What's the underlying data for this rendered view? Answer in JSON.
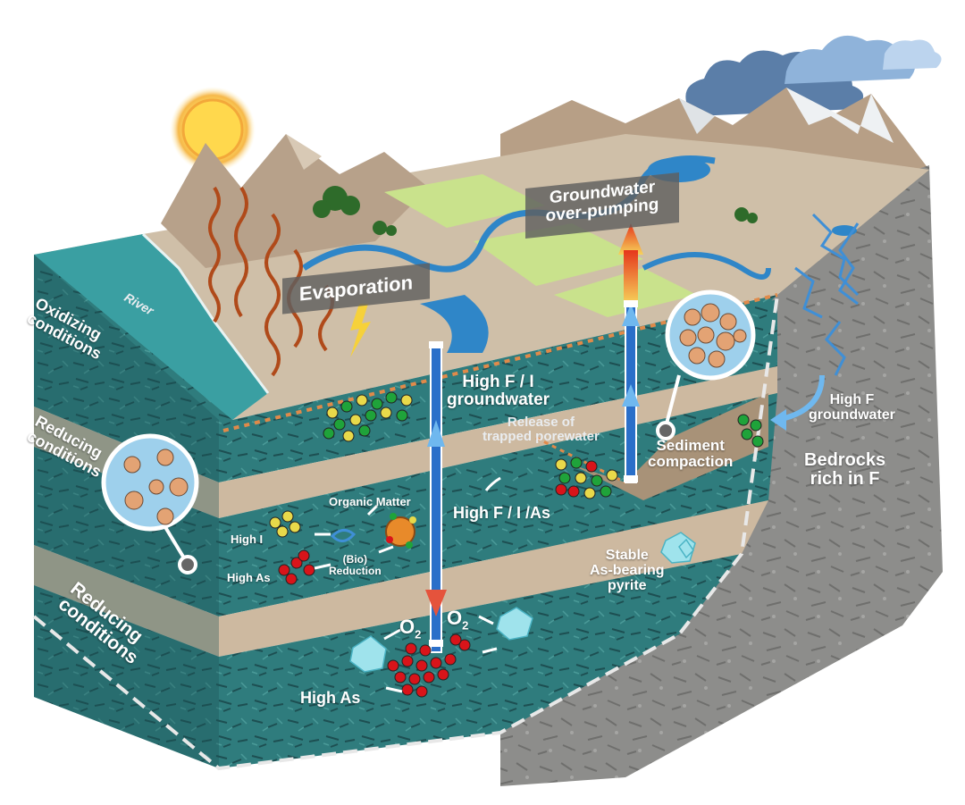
{
  "labels": {
    "evaporation": "Evaporation",
    "over_pumping_1": "Groundwater",
    "over_pumping_2": "over-pumping",
    "river": "River",
    "high_fi_gw_1": "High F / I",
    "high_fi_gw_2": "groundwater",
    "release_1": "Release of",
    "release_2": "trapped porewater",
    "sediment_1": "Sediment",
    "sediment_2": "compaction",
    "high_f_gw_1": "High F",
    "high_f_gw_2": "groundwater",
    "bedrocks_1": "Bedrocks",
    "bedrocks_2": "rich in F",
    "oxidizing_1": "Oxidizing",
    "oxidizing_2": "conditions",
    "reducing_mid_1": "Reducing",
    "reducing_mid_2": "conditions",
    "reducing_low_1": "Reducing",
    "reducing_low_2": "conditions",
    "organic_matter": "Organic Matter",
    "high_i": "High I",
    "high_as_left": "High As",
    "bio_1": "(Bio)",
    "bio_2": "Reduction",
    "high_fias": "High F / I /As",
    "stable_1": "Stable",
    "stable_2": "As-bearing",
    "stable_3": "pyrite",
    "o2_left": "O",
    "o2_right": "O",
    "o2_sub": "2",
    "high_as_bottom": "High As"
  },
  "colors": {
    "teal": "#2f7f80",
    "sand": "#cdb9a0",
    "rock": "#8f8f8f",
    "well": "#2a6fc9",
    "fluoride": "#1fa33a",
    "iodine": "#e8d94a",
    "arsenic": "#d8141a",
    "organic": "#e88a2a",
    "water": "#2f86c8",
    "farmland": "#c8e08a"
  },
  "icons": [
    "sun-icon",
    "cloud-icon",
    "lightning-icon",
    "tree-icon",
    "crystal-icon",
    "magnifier-icon",
    "arrow-icon"
  ]
}
